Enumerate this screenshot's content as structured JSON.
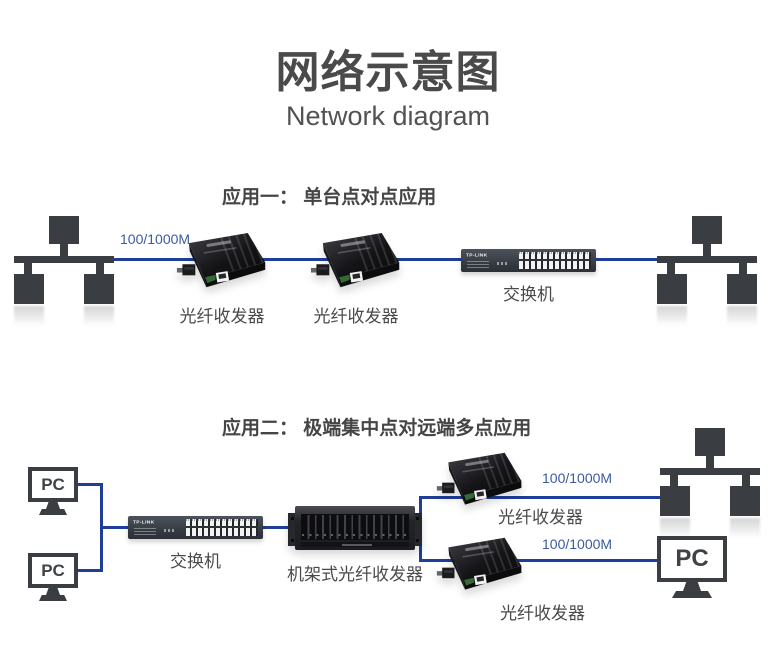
{
  "title": {
    "zh": "网络示意图",
    "en": "Network diagram"
  },
  "colors": {
    "link_line": "#1e3e99",
    "speed_text": "#3c5aa0",
    "icon_dark": "#3a3d41",
    "text_dark": "#4a4a4a"
  },
  "section1": {
    "heading": "应用一： 单台点对点应用",
    "speed_label": "100/1000M",
    "transceiver1_label": "光纤收发器",
    "transceiver2_label": "光纤收发器",
    "switch_brand": "TP-LINK",
    "switch_label": "交换机"
  },
  "section2": {
    "heading": "应用二： 极端集中点对远端多点应用",
    "pc_labels": [
      "PC",
      "PC",
      "PC"
    ],
    "switch_brand": "TP-LINK",
    "switch_label": "交换机",
    "chassis_label": "机架式光纤收发器",
    "speed_top_label": "100/1000M",
    "speed_bottom_label": "100/1000M",
    "transceiver_top_label": "光纤收发器",
    "transceiver_bottom_label": "光纤收发器"
  }
}
